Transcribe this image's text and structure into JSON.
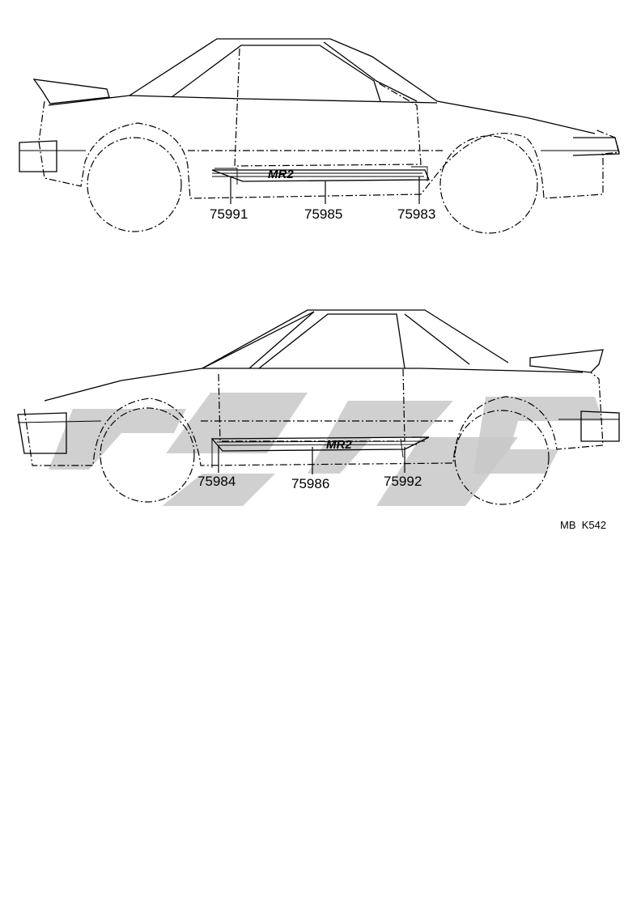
{
  "diagram": {
    "upper_view": {
      "callouts": [
        {
          "id": "c1",
          "label": "75991"
        },
        {
          "id": "c2",
          "label": "75985"
        },
        {
          "id": "c3",
          "label": "75983"
        }
      ],
      "decal_text": "MR2"
    },
    "lower_view": {
      "callouts": [
        {
          "id": "c1",
          "label": "75984"
        },
        {
          "id": "c2",
          "label": "75986"
        },
        {
          "id": "c3",
          "label": "75992"
        }
      ],
      "decal_text": "MR2"
    },
    "figure_code": "MB  K542"
  },
  "colors": {
    "line": "#000000",
    "watermark": "#c8c8c8",
    "background": "#ffffff"
  }
}
